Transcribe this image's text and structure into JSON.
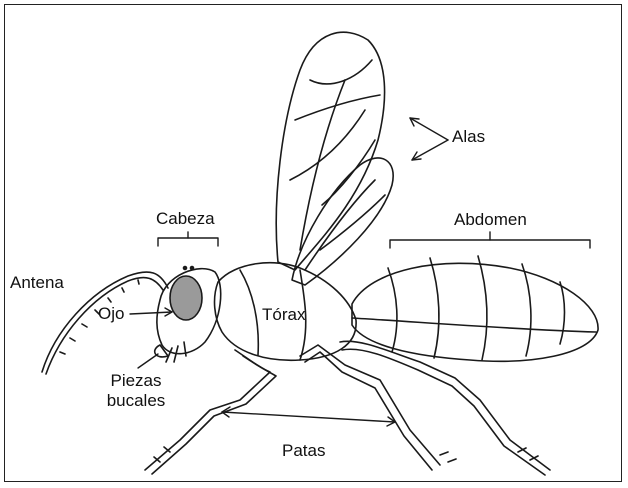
{
  "labels": {
    "alas": "Alas",
    "cabeza": "Cabeza",
    "abdomen": "Abdomen",
    "antena": "Antena",
    "ojo": "Ojo",
    "torax": "Tórax",
    "piezas_line1": "Piezas",
    "piezas_line2": "bucales",
    "patas": "Patas"
  },
  "colors": {
    "outline": "#1a1a1a",
    "eye_fill": "#9a9a9a",
    "background": "#ffffff"
  }
}
